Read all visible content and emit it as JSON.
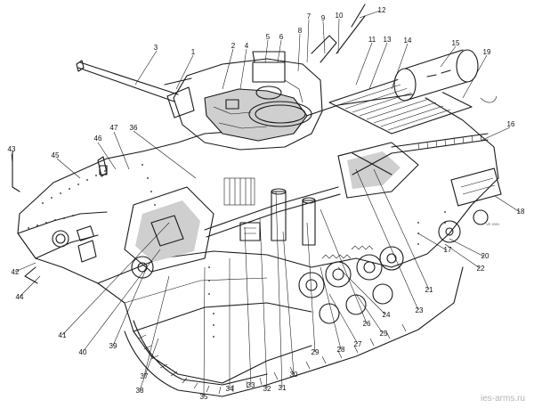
{
  "figure": {
    "subject": "Cutaway drawing of a tracked armoured vehicle with numbered component callouts",
    "ink_color": "#1a1a1a",
    "background": "#ffffff"
  },
  "callouts": [
    "1",
    "2",
    "3",
    "4",
    "5",
    "6",
    "7",
    "8",
    "9",
    "10",
    "11",
    "12",
    "13",
    "14",
    "15",
    "16",
    "17",
    "18",
    "19",
    "20",
    "21",
    "22",
    "23",
    "24",
    "25",
    "26",
    "27",
    "28",
    "29",
    "30",
    "31",
    "32",
    "33",
    "34",
    "35",
    "36",
    "37",
    "38",
    "39",
    "40",
    "41",
    "42",
    "43",
    "44",
    "45",
    "46",
    "47"
  ],
  "watermark": "ies-arms.ru",
  "signature": "VE 2001"
}
